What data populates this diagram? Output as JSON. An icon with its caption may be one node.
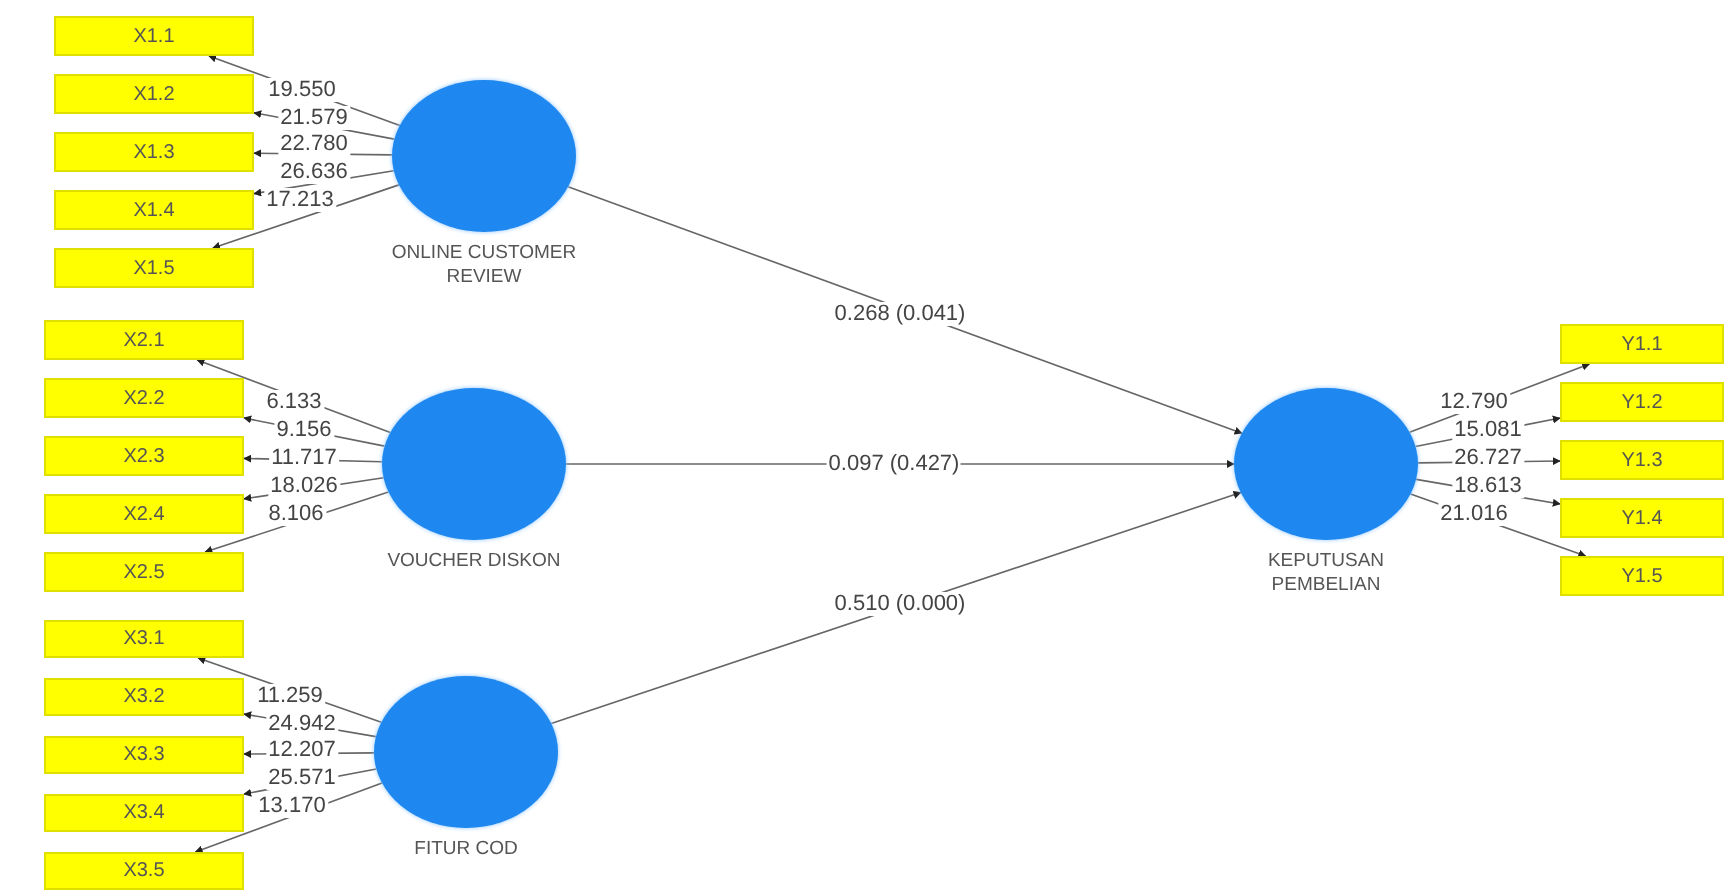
{
  "diagram": {
    "nodes": [
      {
        "text": [
          "X1.1"
        ]
      },
      {
        "text": [
          "X1.2"
        ]
      },
      {
        "text": [
          "X1.3"
        ]
      },
      {
        "text": [
          "X1.4"
        ]
      },
      {
        "text": [
          "X1.5"
        ]
      },
      {
        "text": [
          "ONLINE CUSTOMER REVIEW"
        ]
      },
      {
        "text": [
          "X2.1"
        ]
      },
      {
        "text": [
          "X2.2"
        ]
      },
      {
        "text": [
          "X2.3"
        ]
      },
      {
        "text": [
          "X2.4"
        ]
      },
      {
        "text": [
          "X2.5"
        ]
      },
      {
        "text": [
          "VOUCHER DISKON"
        ]
      },
      {
        "text": [
          "X3.1"
        ]
      },
      {
        "text": [
          "X3.2"
        ]
      },
      {
        "text": [
          "X3.3"
        ]
      },
      {
        "text": [
          "X3.4"
        ]
      },
      {
        "text": [
          "X3.5"
        ]
      },
      {
        "text": [
          "FITUR COD"
        ]
      },
      {
        "text": [
          "KEPUTUSAN PEMBELIAN"
        ]
      },
      {
        "text": [
          "Y1.1"
        ]
      },
      {
        "text": [
          "Y1.2"
        ]
      },
      {
        "text": [
          "Y1.3"
        ]
      },
      {
        "text": [
          "Y1.4"
        ]
      },
      {
        "text": [
          "Y1.5"
        ]
      }
    ],
    "edges": [
      {
        "from": 5,
        "to": 0,
        "arrow": "to",
        "label": "19.550"
      },
      {
        "from": 5,
        "to": 1,
        "arrow": "to",
        "label": "21.579"
      },
      {
        "from": 5,
        "to": 2,
        "arrow": "to",
        "label": "22.780"
      },
      {
        "from": 5,
        "to": 3,
        "arrow": "to",
        "label": "26.636"
      },
      {
        "from": 5,
        "to": 4,
        "arrow": "to",
        "label": "17.213"
      },
      {
        "from": 11,
        "to": 6,
        "arrow": "to",
        "label": "6.133"
      },
      {
        "from": 11,
        "to": 7,
        "arrow": "to",
        "label": "9.156"
      },
      {
        "from": 11,
        "to": 8,
        "arrow": "to",
        "label": "11.717"
      },
      {
        "from": 11,
        "to": 9,
        "arrow": "to",
        "label": "18.026"
      },
      {
        "from": 11,
        "to": 10,
        "arrow": "to",
        "label": "8.106"
      },
      {
        "from": 17,
        "to": 12,
        "arrow": "to",
        "label": "11.259"
      },
      {
        "from": 17,
        "to": 13,
        "arrow": "to",
        "label": "24.942"
      },
      {
        "from": 17,
        "to": 14,
        "arrow": "to",
        "label": "12.207"
      },
      {
        "from": 17,
        "to": 15,
        "arrow": "to",
        "label": "25.571"
      },
      {
        "from": 17,
        "to": 16,
        "arrow": "to",
        "label": "13.170"
      },
      {
        "from": 5,
        "to": 18,
        "arrow": "to",
        "label": "0.268 (0.041)"
      },
      {
        "from": 11,
        "to": 18,
        "arrow": "to",
        "label": "0.097 (0.427)"
      },
      {
        "from": 17,
        "to": 18,
        "arrow": "to",
        "label": "0.510 (0.000)"
      },
      {
        "from": 18,
        "to": 19,
        "arrow": "to",
        "label": "12.790"
      },
      {
        "from": 18,
        "to": 20,
        "arrow": "to",
        "label": "15.081"
      },
      {
        "from": 18,
        "to": 21,
        "arrow": "to",
        "label": "26.727"
      },
      {
        "from": 18,
        "to": 22,
        "arrow": "to",
        "label": "18.613"
      },
      {
        "from": 18,
        "to": 23,
        "arrow": "to",
        "label": "21.016"
      }
    ]
  }
}
